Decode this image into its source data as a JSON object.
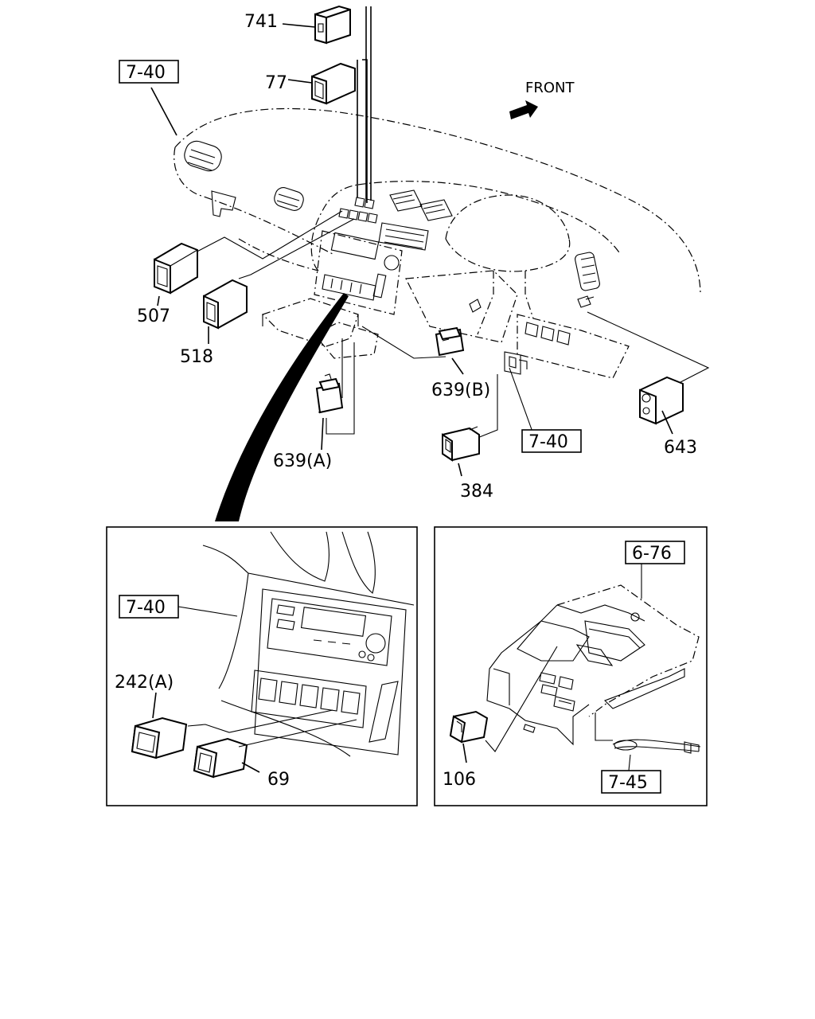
{
  "labels": {
    "p741": "741",
    "p77": "77",
    "p507": "507",
    "p518": "518",
    "p639a": "639(A)",
    "p639b": "639(B)",
    "p384": "384",
    "p643": "643",
    "p242a": "242(A)",
    "p69": "69",
    "p106": "106"
  },
  "refs": {
    "r740_main": "7-40",
    "r740_mid": "7-40",
    "r740_inset": "7-40",
    "r676": "6-76",
    "r745": "7-45"
  },
  "direction": {
    "front": "FRONT"
  }
}
